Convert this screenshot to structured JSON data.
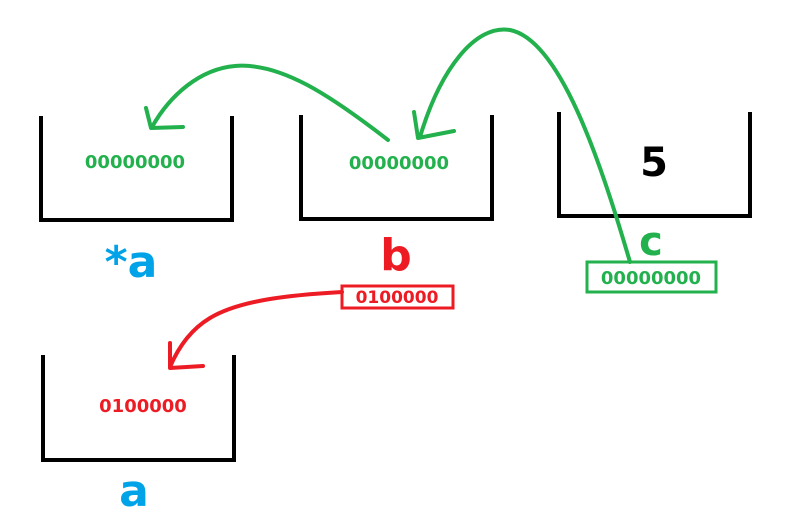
{
  "colors": {
    "black": "#000000",
    "green": "#22b14c",
    "red": "#ed1c24",
    "blue": "#00a2e8"
  },
  "boxes": {
    "star_a": {
      "value": "00000000",
      "label": "*a"
    },
    "b": {
      "value": "00000000",
      "label": "b",
      "address": "0100000"
    },
    "c": {
      "value": "5",
      "label": "c",
      "address": "00000000"
    },
    "a": {
      "value": "0100000",
      "label": "a"
    }
  }
}
